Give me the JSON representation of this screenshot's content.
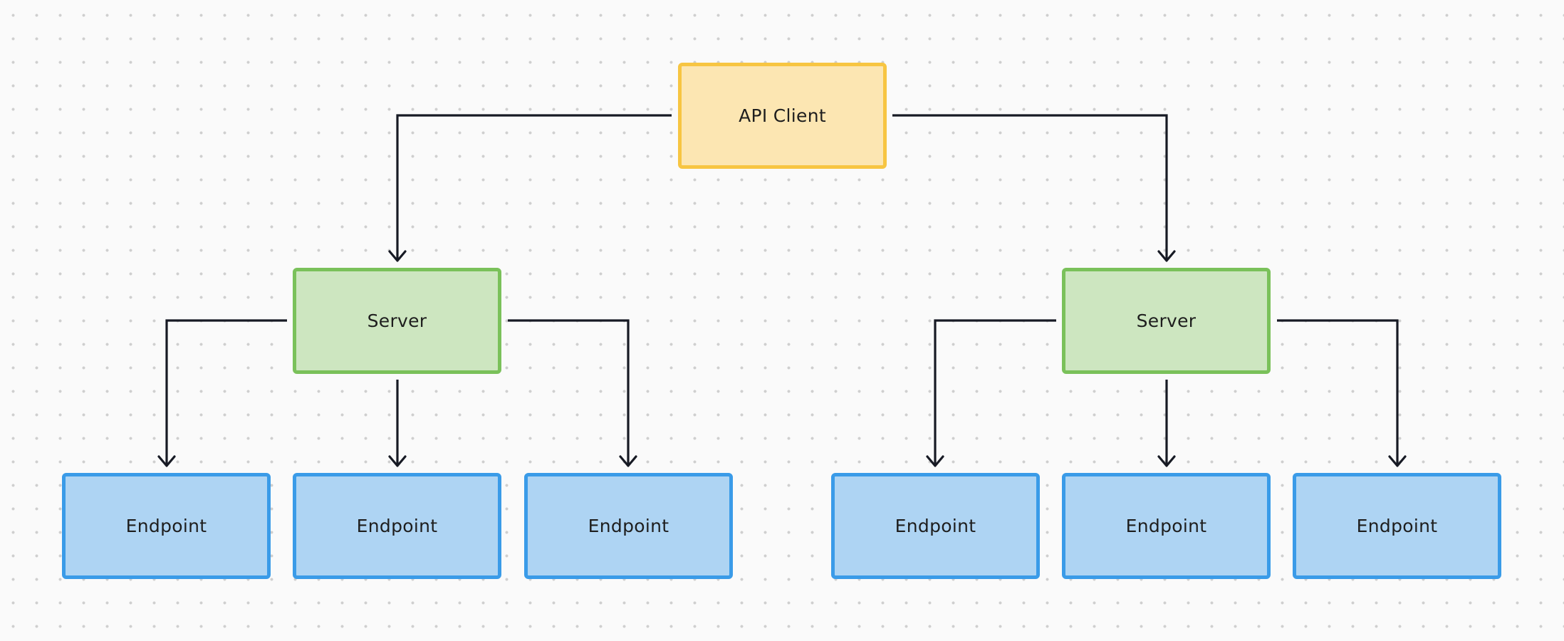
{
  "diagram": {
    "nodes": [
      {
        "id": "client",
        "label": "API Client",
        "kind": "client"
      },
      {
        "id": "s1",
        "label": "Server",
        "kind": "server"
      },
      {
        "id": "s2",
        "label": "Server",
        "kind": "server"
      },
      {
        "id": "e1",
        "label": "Endpoint",
        "kind": "endpoint"
      },
      {
        "id": "e2",
        "label": "Endpoint",
        "kind": "endpoint"
      },
      {
        "id": "e3",
        "label": "Endpoint",
        "kind": "endpoint"
      },
      {
        "id": "e4",
        "label": "Endpoint",
        "kind": "endpoint"
      },
      {
        "id": "e5",
        "label": "Endpoint",
        "kind": "endpoint"
      },
      {
        "id": "e6",
        "label": "Endpoint",
        "kind": "endpoint"
      }
    ],
    "edges": [
      {
        "from": "client",
        "to": "s1"
      },
      {
        "from": "client",
        "to": "s2"
      },
      {
        "from": "s1",
        "to": "e1"
      },
      {
        "from": "s1",
        "to": "e2"
      },
      {
        "from": "s1",
        "to": "e3"
      },
      {
        "from": "s2",
        "to": "e4"
      },
      {
        "from": "s2",
        "to": "e5"
      },
      {
        "from": "s2",
        "to": "e6"
      }
    ],
    "colors": {
      "client_fill": "#fce6b2",
      "client_border": "#f7c542",
      "server_fill": "#cde6c0",
      "server_border": "#7ac15a",
      "endpoint_fill": "#aed4f3",
      "endpoint_border": "#3a9be8",
      "connector": "#171a24"
    }
  }
}
